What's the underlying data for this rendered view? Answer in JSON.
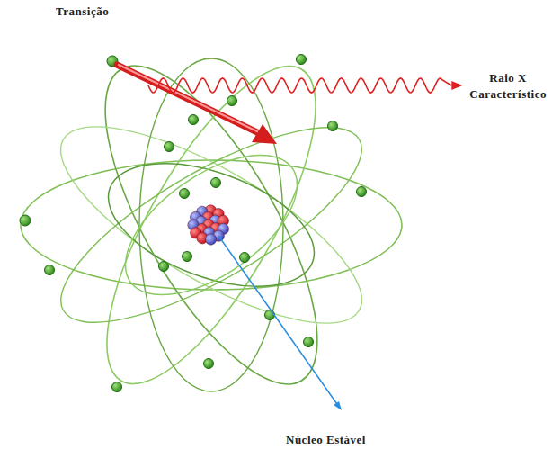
{
  "diagram": {
    "labels": [
      "Transição",
      "Raio X Característico",
      "Núcleo Estável"
    ]
  }
}
